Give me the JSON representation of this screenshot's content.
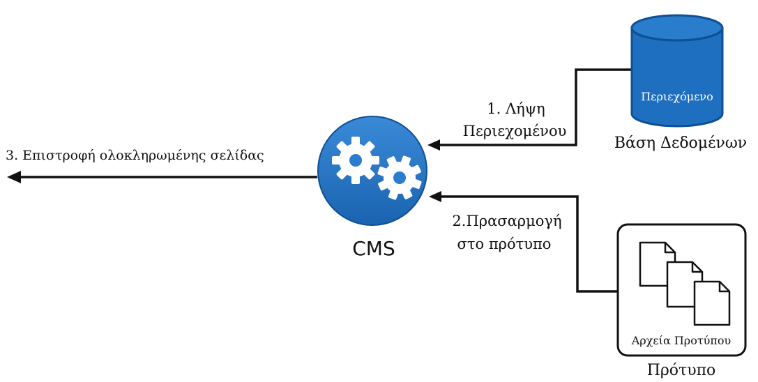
{
  "colors": {
    "accent_blue": "#1f6fc0",
    "accent_blue_dark": "#0f4f94",
    "line": "#111111",
    "gear": "#ffffff"
  },
  "labels": {
    "step1_line1": "1. Λήψη",
    "step1_line2": "Περιεχομένου",
    "step2_line1": "2.Πρασαρμογή",
    "step2_line2": "στο πρότυπο",
    "step3": "3. Επιστροφή ολοκληρωμένης σελίδας",
    "cms": "CMS",
    "database_content": "Περιεχόμενο",
    "database_caption": "Βάση Δεδομένων",
    "template_files": "Αρχεία Προτύπου",
    "template_caption": "Πρότυπο"
  },
  "icons": {
    "cms": "gears-icon",
    "database": "database-cylinder-icon",
    "documents": "document-icon"
  }
}
